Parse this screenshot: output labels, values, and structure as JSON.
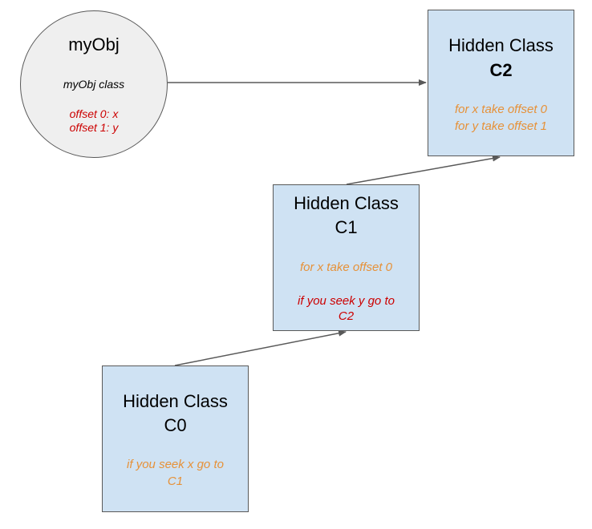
{
  "colors": {
    "box_fill": "#cfe2f3",
    "object_fill": "#efefef",
    "border": "#595959",
    "edge": "#595959",
    "orange_text": "#e69138",
    "red_text": "#cc0000"
  },
  "my_obj": {
    "title": "myObj",
    "class_line": "myObj class",
    "offset_line_1": "offset 0: x",
    "offset_line_2": "offset 1: y"
  },
  "c2": {
    "title_line_1": "Hidden Class",
    "title_line_2": "C2",
    "note_line_1": "for x take offset 0",
    "note_line_2": "for y take offset 1"
  },
  "c1": {
    "title_line_1": "Hidden Class",
    "title_line_2": "C1",
    "note_line_1": "for x take offset 0",
    "transition_line_1": "if you seek y go to",
    "transition_line_2": "C2"
  },
  "c0": {
    "title_line_1": "Hidden Class",
    "title_line_2": "C0",
    "transition_line_1": "if you seek x go to",
    "transition_line_2": "C1"
  }
}
